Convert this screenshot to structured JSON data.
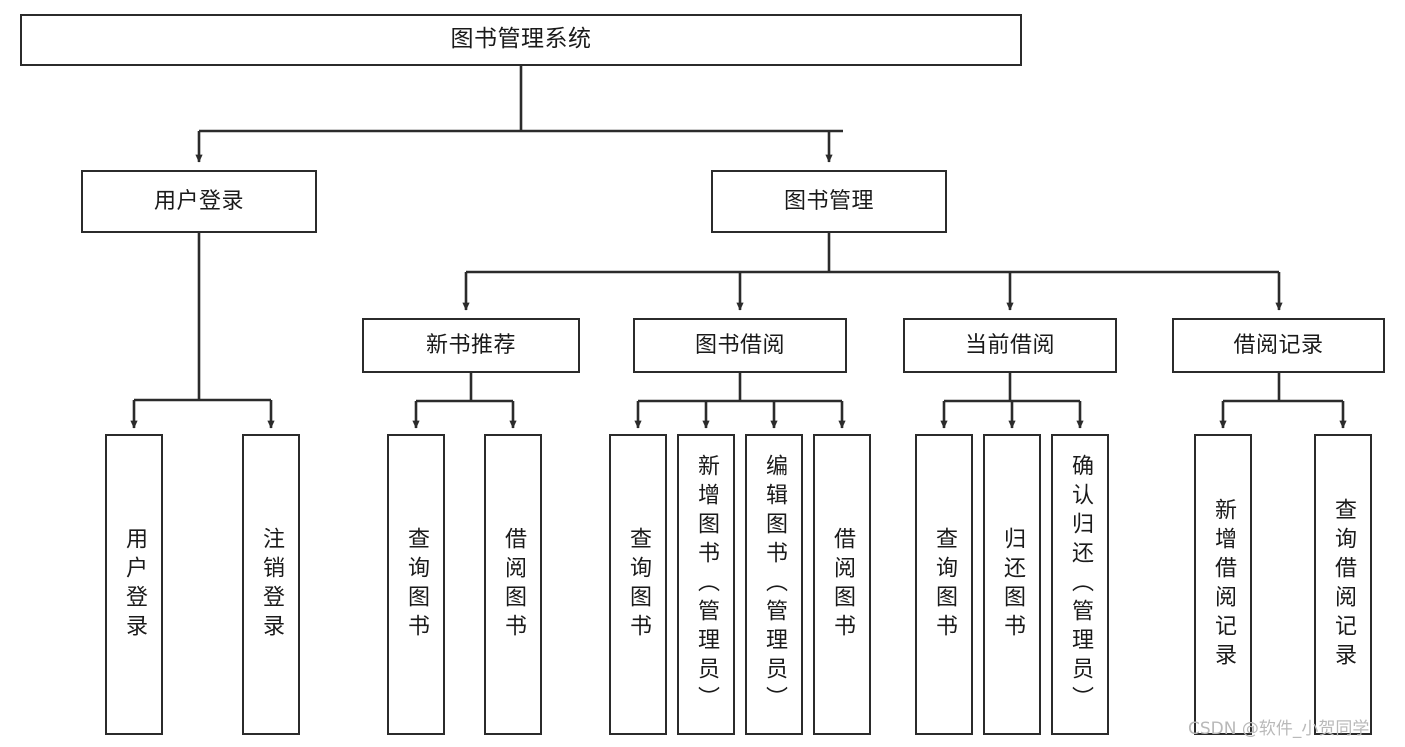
{
  "diagram": {
    "type": "hierarchy-tree",
    "title": "图书管理系统",
    "watermark": "CSDN @软件_小贺同学",
    "colors": {
      "stroke": "#2b2b2b",
      "fill": "#ffffff",
      "text": "#1a1a1a",
      "watermark": "#b9b9b9"
    },
    "nodes": {
      "root": {
        "label": "图书管理系统"
      },
      "level2": [
        {
          "label": "用户登录"
        },
        {
          "label": "图书管理"
        }
      ],
      "level3": [
        {
          "label": "新书推荐"
        },
        {
          "label": "图书借阅"
        },
        {
          "label": "当前借阅"
        },
        {
          "label": "借阅记录"
        }
      ],
      "leaves": {
        "user_login": [
          {
            "label": "用户登录"
          },
          {
            "label": "注销登录"
          }
        ],
        "new_book_recommend": [
          {
            "label": "查询图书"
          },
          {
            "label": "借阅图书"
          }
        ],
        "book_borrow": [
          {
            "label": "查询图书"
          },
          {
            "label": "新增图书（管理员）"
          },
          {
            "label": "编辑图书（管理员）"
          },
          {
            "label": "借阅图书"
          }
        ],
        "current_borrow": [
          {
            "label": "查询图书"
          },
          {
            "label": "归还图书"
          },
          {
            "label": "确认归还（管理员）"
          }
        ],
        "borrow_record": [
          {
            "label": "新增借阅记录"
          },
          {
            "label": "查询借阅记录"
          }
        ]
      }
    }
  }
}
